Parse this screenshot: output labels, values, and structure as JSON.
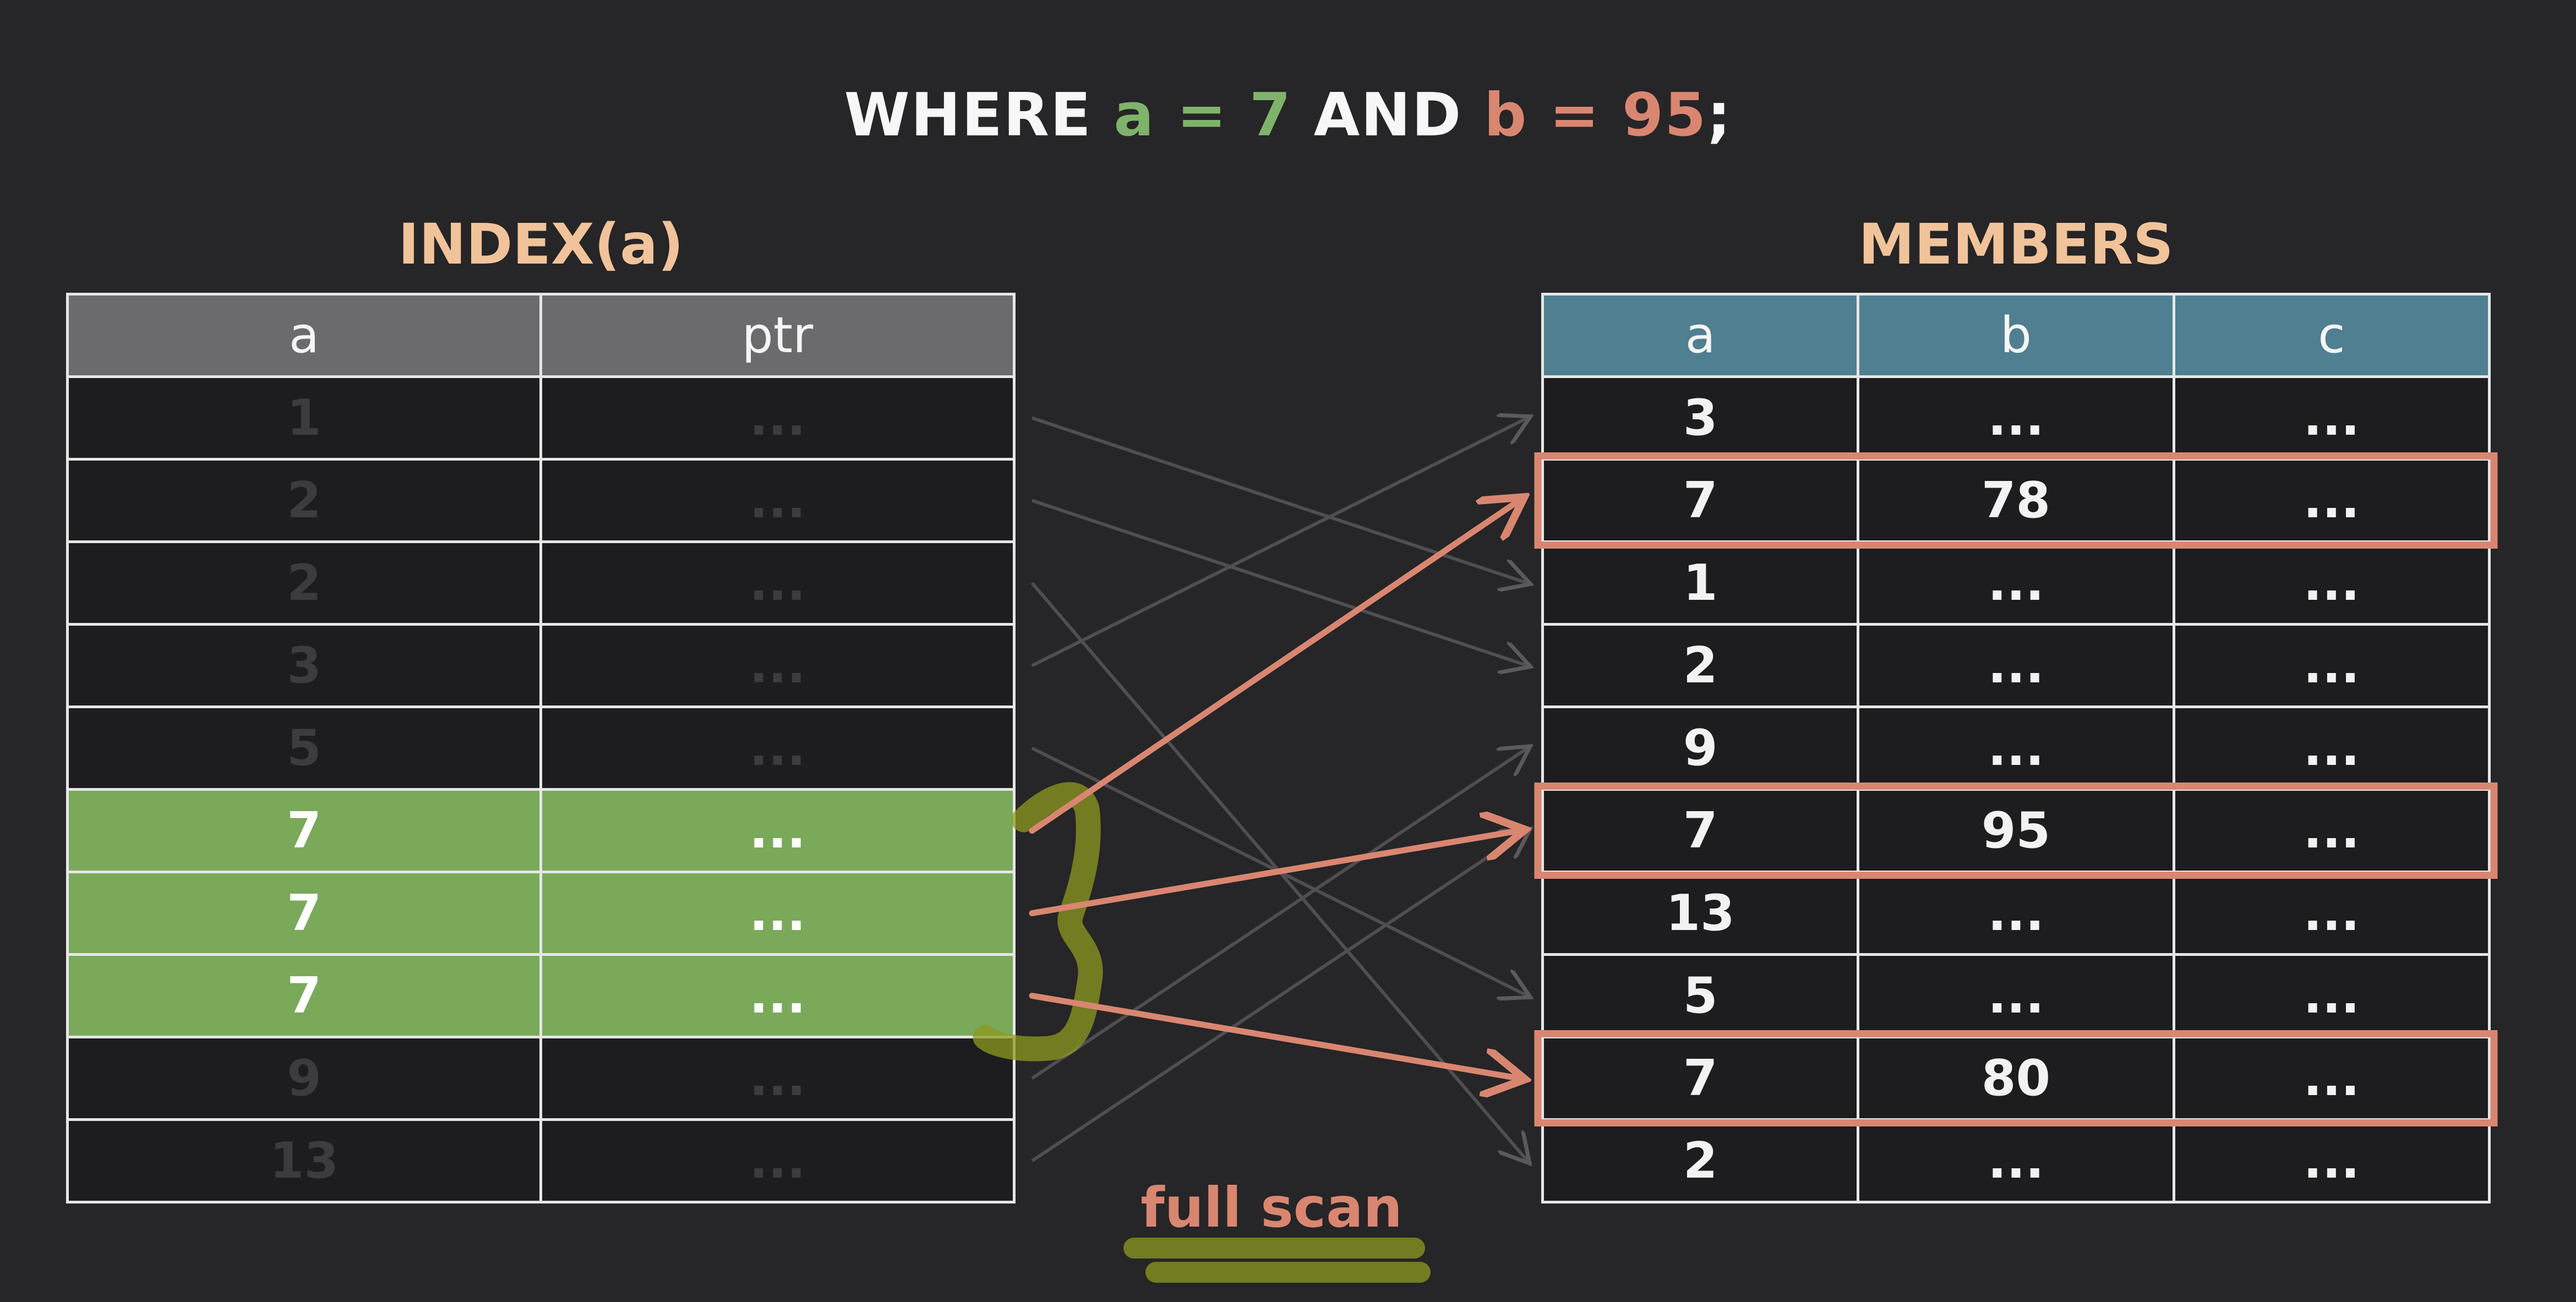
{
  "query": {
    "prefix": "WHERE ",
    "a_part": "a = 7",
    "mid": " AND ",
    "b_part": "b = 95",
    "suffix": ";"
  },
  "colors": {
    "a_condition": "#7fb36b",
    "b_condition": "#d98671",
    "title": "#f1c39a",
    "index_header": "#6b6a6c",
    "members_header": "#507f91",
    "highlight_row": "#7aa95a",
    "match_box": "#d98671",
    "marker": "#8d9a1f"
  },
  "index": {
    "title": "INDEX(a)",
    "headers": [
      "a",
      "ptr"
    ],
    "rows": [
      {
        "a": "1",
        "ptr": "...",
        "highlighted": false
      },
      {
        "a": "2",
        "ptr": "...",
        "highlighted": false
      },
      {
        "a": "2",
        "ptr": "...",
        "highlighted": false
      },
      {
        "a": "3",
        "ptr": "...",
        "highlighted": false
      },
      {
        "a": "5",
        "ptr": "...",
        "highlighted": false
      },
      {
        "a": "7",
        "ptr": "...",
        "highlighted": true
      },
      {
        "a": "7",
        "ptr": "...",
        "highlighted": true
      },
      {
        "a": "7",
        "ptr": "...",
        "highlighted": true
      },
      {
        "a": "9",
        "ptr": "...",
        "highlighted": false
      },
      {
        "a": "13",
        "ptr": "...",
        "highlighted": false
      }
    ]
  },
  "members": {
    "title": "MEMBERS",
    "headers": [
      "a",
      "b",
      "c"
    ],
    "rows": [
      {
        "a": "3",
        "b": "...",
        "c": "...",
        "boxed": false
      },
      {
        "a": "7",
        "b": "78",
        "c": "...",
        "boxed": true
      },
      {
        "a": "1",
        "b": "...",
        "c": "...",
        "boxed": false
      },
      {
        "a": "2",
        "b": "...",
        "c": "...",
        "boxed": false
      },
      {
        "a": "9",
        "b": "...",
        "c": "...",
        "boxed": false
      },
      {
        "a": "7",
        "b": "95",
        "c": "...",
        "boxed": true
      },
      {
        "a": "13",
        "b": "...",
        "c": "...",
        "boxed": false
      },
      {
        "a": "5",
        "b": "...",
        "c": "...",
        "boxed": false
      },
      {
        "a": "7",
        "b": "80",
        "c": "...",
        "boxed": true
      },
      {
        "a": "2",
        "b": "...",
        "c": "...",
        "boxed": false
      }
    ]
  },
  "pointers": {
    "faint": [
      [
        0,
        2
      ],
      [
        1,
        3
      ],
      [
        2,
        9
      ],
      [
        3,
        0
      ],
      [
        4,
        7
      ],
      [
        8,
        4
      ],
      [
        9,
        5
      ]
    ],
    "highlighted": [
      [
        5,
        1
      ],
      [
        6,
        5
      ],
      [
        7,
        8
      ]
    ]
  },
  "annotation": {
    "full_scan_label": "full scan"
  }
}
